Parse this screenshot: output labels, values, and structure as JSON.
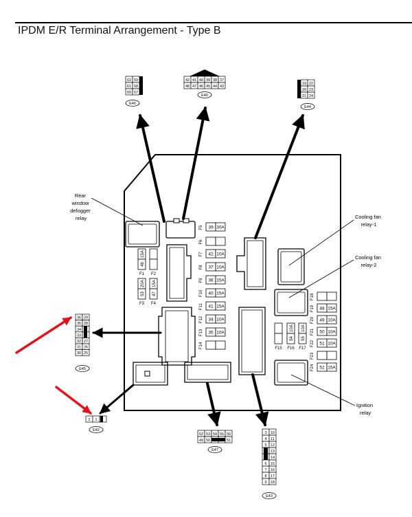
{
  "title": "IPDM E/R Terminal Arrangement - Type B",
  "relay_labels": {
    "rear_defogger": [
      "Rear",
      "window",
      "defogger",
      "relay"
    ],
    "cooling_fan_1": [
      "Cooling fan",
      "relay-1"
    ],
    "cooling_fan_2": [
      "Cooling fan",
      "relay-2"
    ],
    "ignition": [
      "Ignition",
      "relay"
    ]
  },
  "connectors": [
    {
      "id": "E46",
      "rows": [
        [
          "62",
          "59"
        ],
        [
          "61",
          "58"
        ],
        [
          "60",
          "57"
        ]
      ]
    },
    {
      "id": "E46",
      "rows": [
        [
          "42",
          "41",
          "40",
          "39",
          "38",
          "37"
        ],
        [
          "48",
          "47",
          "46",
          "45",
          "44",
          "43"
        ]
      ]
    },
    {
      "id": "E44",
      "rows": [
        [
          "19",
          "22"
        ],
        [
          "20",
          "23"
        ],
        [
          "21",
          "24"
        ]
      ]
    },
    {
      "id": "E45",
      "rows": [
        [
          "36",
          "29"
        ],
        [
          "35",
          "28"
        ],
        [
          "34",
          ""
        ],
        [
          "33",
          ""
        ],
        [
          "32",
          "27"
        ],
        [
          "31",
          "26"
        ],
        [
          "30",
          "25"
        ]
      ]
    },
    {
      "id": "E42",
      "rows": [
        [
          "2",
          "1",
          ""
        ]
      ]
    },
    {
      "id": "E47",
      "rows": [
        [
          "52",
          "53",
          "54",
          "55",
          "56"
        ],
        [
          "49",
          "50",
          "",
          "",
          "51"
        ]
      ]
    },
    {
      "id": "E43",
      "rows": [
        [
          "3",
          "10"
        ],
        [
          "4",
          "11"
        ],
        [
          "5",
          "12"
        ],
        [
          "",
          "13"
        ],
        [
          "",
          "14"
        ],
        [
          "6",
          "15"
        ],
        [
          "7",
          "16"
        ],
        [
          "8",
          "17"
        ],
        [
          "9",
          "18"
        ]
      ]
    }
  ],
  "fuses_center": [
    {
      "label": "F5",
      "num": "39",
      "amp": "30A"
    },
    {
      "label": "F6",
      "num": "",
      "amp": ""
    },
    {
      "label": "F7",
      "num": "42",
      "amp": "10A"
    },
    {
      "label": "F8",
      "num": "37",
      "amp": "10A"
    },
    {
      "label": "F9",
      "num": "36",
      "amp": "15A"
    },
    {
      "label": "F10",
      "num": "40",
      "amp": "15A"
    },
    {
      "label": "F11",
      "num": "41",
      "amp": "15A"
    },
    {
      "label": "F12",
      "num": "34",
      "amp": "10A"
    },
    {
      "label": "F13",
      "num": "35",
      "amp": "10A"
    },
    {
      "label": "F14",
      "num": "",
      "amp": ""
    }
  ],
  "fuses_right": [
    {
      "label": "F18",
      "num": "",
      "amp": ""
    },
    {
      "label": "F19",
      "num": "48",
      "amp": "15A"
    },
    {
      "label": "F20",
      "num": "49",
      "amp": "10A"
    },
    {
      "label": "F21",
      "num": "50",
      "amp": "10A"
    },
    {
      "label": "F22",
      "num": "51",
      "amp": "10A"
    },
    {
      "label": "F23",
      "num": "",
      "amp": ""
    },
    {
      "label": "F24",
      "num": "52",
      "amp": "15A"
    }
  ],
  "fuses_left_top": [
    {
      "label": "F1",
      "num": "46",
      "amp": "15A"
    },
    {
      "label": "F2",
      "num": "",
      "amp": ""
    }
  ],
  "fuses_left_bottom": [
    {
      "label": "F3",
      "num": "53",
      "amp": "20A"
    },
    {
      "label": "F4",
      "num": "47",
      "amp": "15A"
    }
  ],
  "fuses_bottom_right": [
    {
      "label": "F15",
      "num": "",
      "amp": ""
    },
    {
      "label": "F16",
      "num": "54",
      "amp": "10A"
    },
    {
      "label": "F17",
      "num": "55",
      "amp": "10A"
    }
  ],
  "colors": {
    "line": "#000000",
    "arrow_red": "#e0141b"
  }
}
